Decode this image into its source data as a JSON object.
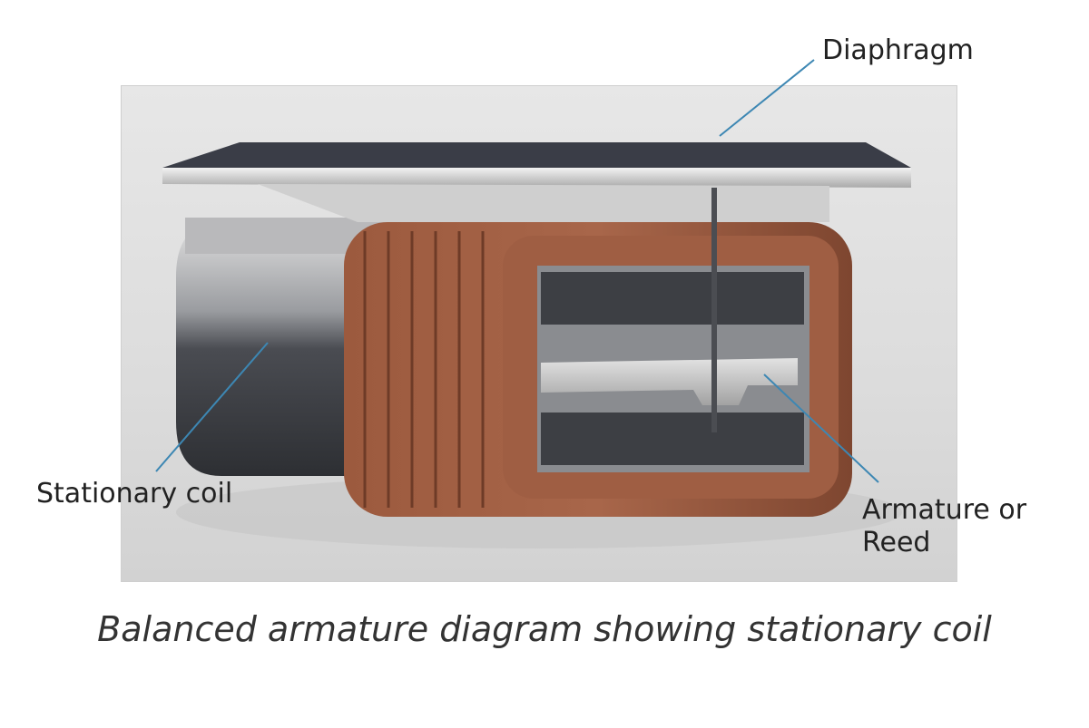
{
  "labels": {
    "diaphragm": "Diaphragm",
    "stationary_coil": "Stationary coil",
    "armature_line1": "Armature or",
    "armature_line2": "Reed"
  },
  "caption": "Balanced armature diagram showing stationary coil",
  "colors": {
    "copper": "#8a4e35",
    "copper_light": "#a8664a",
    "steel": "#c8c8c8",
    "magnet_dark": "#3d3f44",
    "callout_line": "#3d87b3"
  }
}
